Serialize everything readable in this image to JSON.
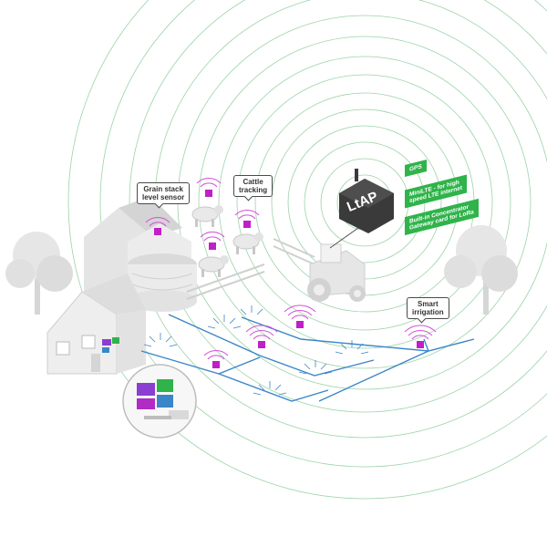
{
  "device": {
    "name": "LtAP"
  },
  "specs": {
    "gps": "GPS",
    "modem_line1": "MiniLTE - for high",
    "modem_line2": "speed LTE internet",
    "concentrator_line1": "Built-in Concentrator",
    "concentrator_line2": "Gateway card for LoRa"
  },
  "callouts": {
    "grain_line1": "Grain stack",
    "grain_line2": "level sensor",
    "cattle_line1": "Cattle",
    "cattle_line2": "tracking",
    "irrigation_line1": "Smart",
    "irrigation_line2": "irrigation"
  },
  "colors": {
    "accent": "#2fb34a",
    "sensor": "#c01fc8",
    "signal": "#d34fd8",
    "pipe": "#3b86c8",
    "rings": "#9bd3a7"
  },
  "icons": [
    "house-icon",
    "silo-icon",
    "cow-icon",
    "tractor-icon",
    "tree-icon",
    "sprinkler-icon",
    "sensor-icon",
    "router-icon",
    "monitor-icon"
  ]
}
